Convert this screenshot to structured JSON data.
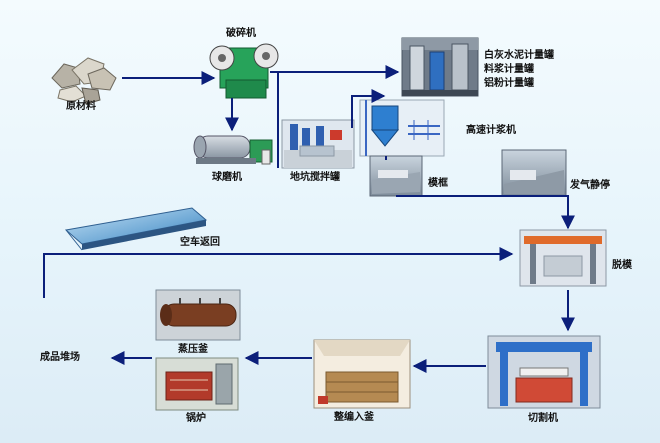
{
  "labels": {
    "raw_material": "原材料",
    "crusher": "破碎机",
    "ball_mill": "球磨机",
    "pit_mixer": "地坑搅拌罐",
    "lime_cement_tank": "白灰水泥计量罐",
    "slurry_tank": "料浆计量罐",
    "aluminum_tank": "铝粉计量罐",
    "high_speed_mixer": "高速计浆机",
    "mold": "模框",
    "foaming_rest": "发气静停",
    "demold": "脱模",
    "empty_return": "空车返回",
    "cutting_machine": "切割机",
    "group_kettle": "整编入釜",
    "autoclave": "蒸压釜",
    "boiler": "锅炉",
    "product_yard": "成品堆场"
  },
  "colors": {
    "arrow": "#0b1f7a",
    "stroke": "#15208a"
  }
}
